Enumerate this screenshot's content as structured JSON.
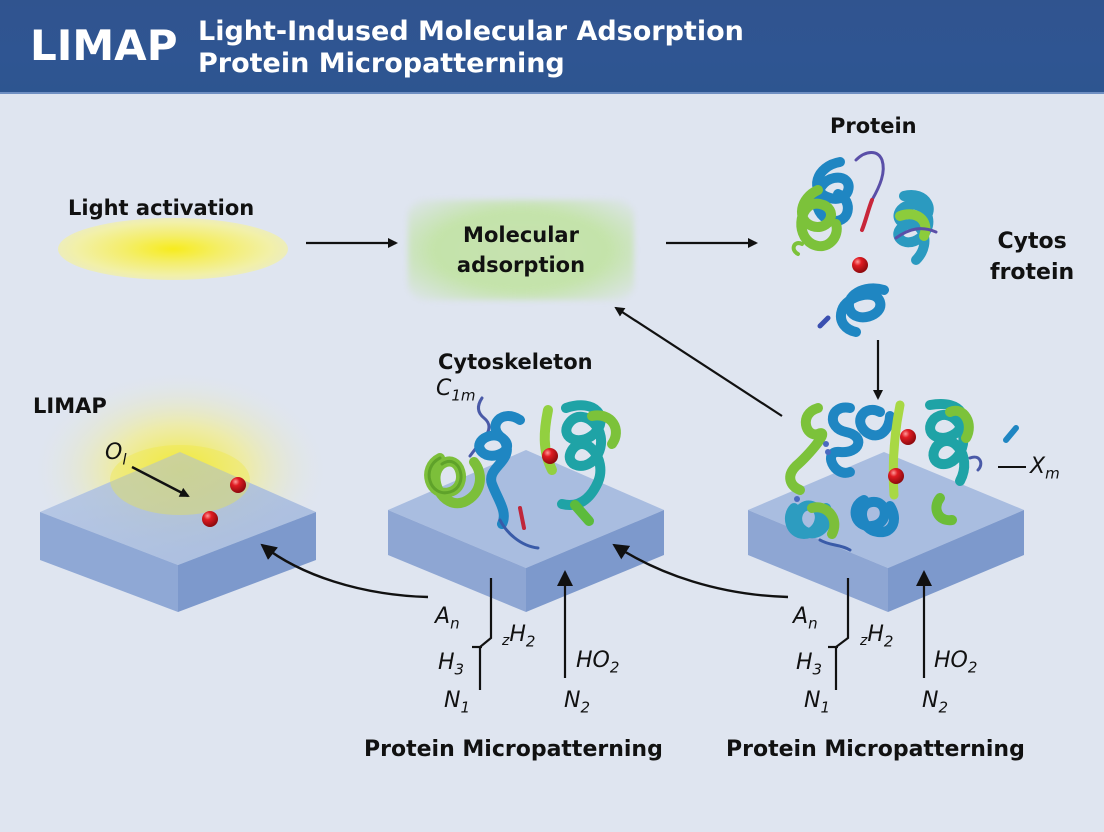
{
  "header": {
    "acronym": "LIMAP",
    "subtitle_line1": "Light-Indused Molecular Adsorption",
    "subtitle_line2": "Protein Micropatterning",
    "background_color": "#2f5592"
  },
  "flow": {
    "light_activation": "Light activation",
    "molecular_adsorption_line1": "Molecular",
    "molecular_adsorption_line2": "adsorption",
    "protein": "Protein",
    "cytos_line1": "Cytos",
    "cytos_line2": "frotein"
  },
  "panels": {
    "left": {
      "title": "LIMAP",
      "label_O": "O",
      "label_O_sub": "l"
    },
    "middle": {
      "title": "Cytoskeleton",
      "label_C": "C",
      "label_C_sub": "1m",
      "chem": {
        "An": "A",
        "An_sub": "n",
        "zH2_pre": "z",
        "zH2": "H",
        "zH2_sub": "2",
        "H3": "H",
        "H3_sub": "3",
        "HO2": "HO",
        "HO2_sub": "2",
        "N1": "N",
        "N1_sub": "1",
        "N2": "N",
        "N2_sub": "2"
      },
      "caption": "Protein Micropatterning"
    },
    "right": {
      "label_X": "X",
      "label_X_sub": "m",
      "chem": {
        "An": "A",
        "An_sub": "n",
        "zH2_pre": "z",
        "zH2": "H",
        "zH2_sub": "2",
        "H3": "H",
        "H3_sub": "3",
        "HO2": "HO",
        "HO2_sub": "2",
        "N1": "N",
        "N1_sub": "1",
        "N2": "N",
        "N2_sub": "2"
      },
      "caption": "Protein Micropatterning"
    }
  },
  "colors": {
    "background": "#dfe5f0",
    "substrate_top": "#a9bde0",
    "substrate_side": "#8ea6d3",
    "helix_blue": "#1f86c2",
    "strand_green": "#7cc23a",
    "atom_red": "#d8141c",
    "light_yellow": "#f7ec1e",
    "adsorption_green": "#c4e3aa"
  }
}
